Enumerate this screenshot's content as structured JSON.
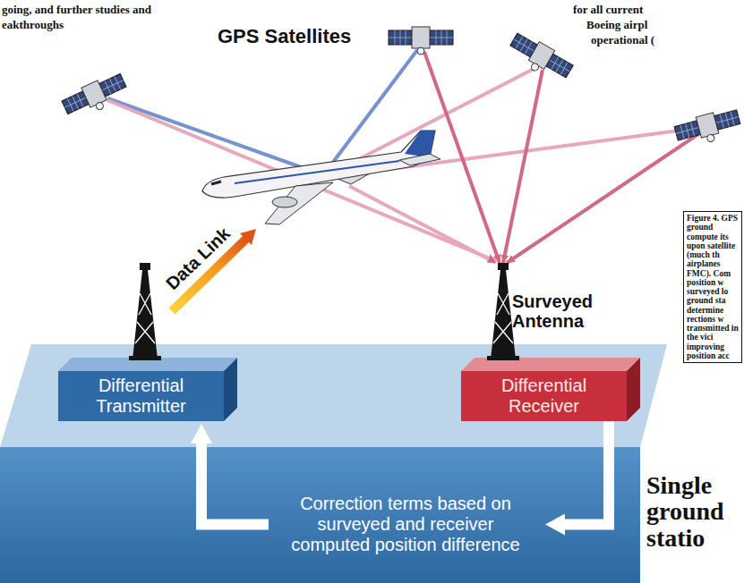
{
  "diagram": {
    "caption": "Figure 4. GPS ground compute its upon satellite (much th airplanes FMC). Com position w surveyed lo ground sta determine rections w transmitted in the vici improving position acc",
    "nodes": [
      {
        "text": [
          "Differential Transmitter"
        ]
      },
      {
        "text": [
          "Differential Receiver"
        ]
      },
      {
        "text": [
          "Correction terms based on surveyed and receiver computed position difference"
        ]
      }
    ],
    "edges": [
      {
        "from": 1,
        "to": 2,
        "arrow": "to"
      },
      {
        "from": 2,
        "to": 0,
        "arrow": "to"
      }
    ],
    "labels": [
      "going, and further studies and",
      "eakthroughs",
      "for all current",
      "Boeing airpl",
      "operational (",
      "GPS Satellites",
      "Data Link",
      "Surveyed Antenna",
      "Single ground statio"
    ]
  }
}
